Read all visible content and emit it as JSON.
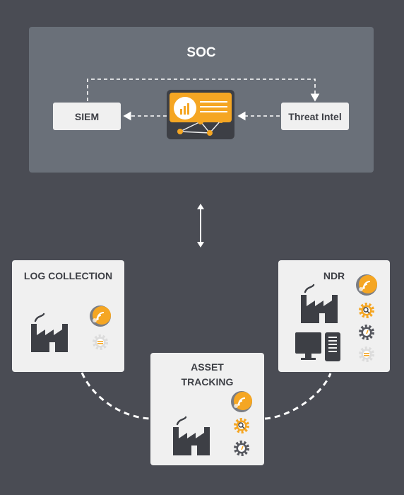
{
  "soc": {
    "title": "SOC"
  },
  "nodes": {
    "siem": "SIEM",
    "threat_intel": "Threat Intel"
  },
  "cards": {
    "log_collection": "LOG COLLECTION",
    "ndr": "NDR",
    "asset_tracking_line1": "ASSET",
    "asset_tracking_line2": "TRACKING"
  },
  "colors": {
    "background": "#4a4c54",
    "panel": "#6a7079",
    "card": "#f0f0f0",
    "accent": "#f5a623",
    "dark": "#3d3f45"
  }
}
